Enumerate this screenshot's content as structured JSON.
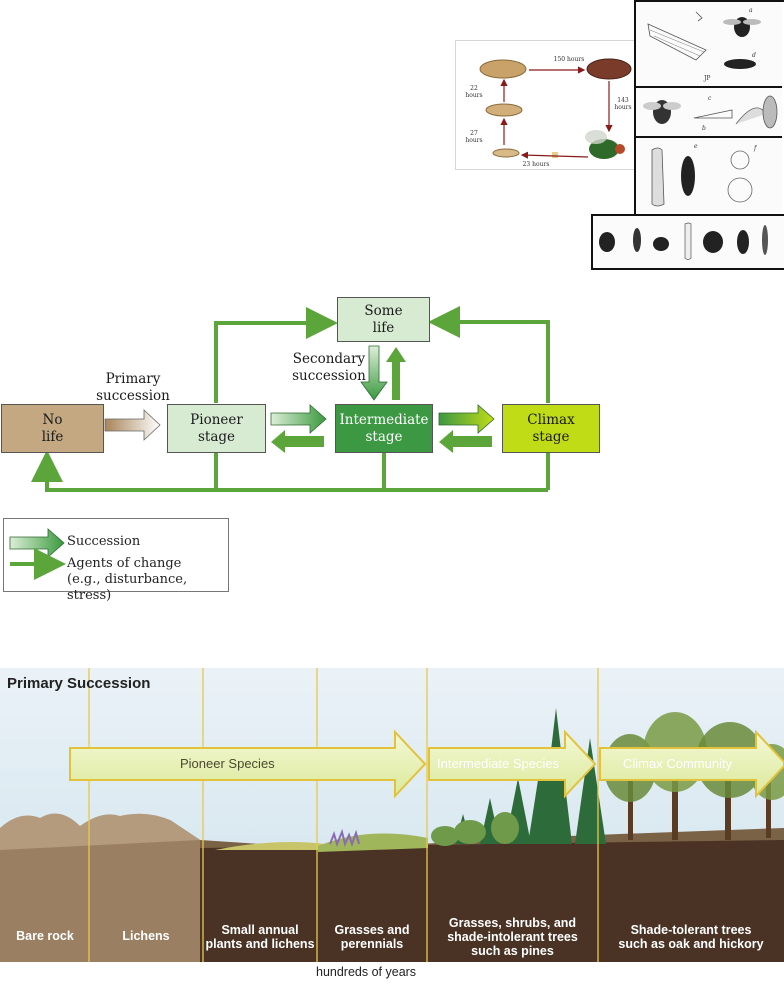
{
  "lifecycle": {
    "labels": {
      "hours_150": "150 hours",
      "hours_143": "143\nhours",
      "hours_22": "22\nhours",
      "hours_27": "27\nhours",
      "hours_23": "23 hours"
    },
    "plate_marks": {
      "a": "a",
      "b": "b",
      "c": "c",
      "d": "d",
      "e": "e",
      "f": "f",
      "sig": "JP"
    }
  },
  "succession": {
    "stages": {
      "no_life": "No\nlife",
      "pioneer": "Pioneer\nstage",
      "intermediate": "Intermediate\nstage",
      "climax": "Climax\nstage",
      "some_life": "Some\nlife"
    },
    "labels": {
      "primary": "Primary\nsuccession",
      "secondary": "Secondary\nsuccession"
    },
    "legend": {
      "succession": "Succession",
      "agents_line1": "Agents of change",
      "agents_line2": "(e.g., disturbance, stress)"
    },
    "colors": {
      "no_life": "#c4a882",
      "pioneer": "#d7ebd3",
      "intermediate": "#3c9843",
      "climax": "#c0dc16",
      "some_life": "#d7ebd3",
      "agent_line": "#5ca53b"
    }
  },
  "primary_succession": {
    "title": "Primary Succession",
    "arrows": {
      "pioneer": "Pioneer Species",
      "intermediate": "Intermediate Species",
      "climax": "Climax Community"
    },
    "bands": [
      "Bare rock",
      "Lichens",
      "Small annual\nplants and lichens",
      "Grasses and\nperennials",
      "Grasses, shrubs, and\nshade-intolerant trees\nsuch as pines",
      "Shade-tolerant trees\nsuch as oak and hickory"
    ],
    "footer": "hundreds of years"
  }
}
